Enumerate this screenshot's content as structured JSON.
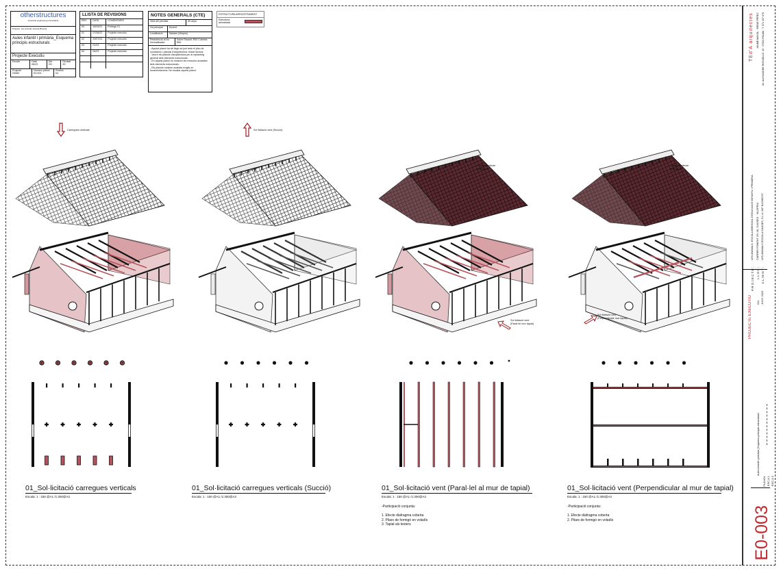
{
  "title_block": {
    "logo": "otherstructures",
    "logo_sub": "structural engineering consultants",
    "project_label": "Projecte",
    "project_value": "Les animals, Escola Bressol",
    "sheet_title": "Aules infantil i primària_Esquema principis estructurals",
    "phase": "Projecte Executiu",
    "fields": [
      {
        "label": "Escala",
        "value": ""
      },
      {
        "label": "Data",
        "value": "06/23"
      },
      {
        "label": "Dib.",
        "value": "CB"
      },
      {
        "label": "Revisat",
        "value": "JD"
      }
    ],
    "fields2": [
      {
        "label": "Projecte",
        "value": "23080"
      },
      {
        "label": "Número plànol",
        "value": "E0.003"
      },
      {
        "label": "Revisió",
        "value": "04"
      }
    ]
  },
  "revisions": {
    "title": "LLISTA DE REVISIONS",
    "headers": [
      "REV.",
      "DATA",
      "COMENTARIS"
    ],
    "rows": [
      [
        "00",
        "18/03/22",
        "Entrega V1"
      ],
      [
        "01",
        "07/06/22",
        "Projecte executiu"
      ],
      [
        "02",
        "29/07/22",
        "Projecte executiu"
      ],
      [
        "03",
        "01/23",
        "Projecte executiu"
      ],
      [
        "04",
        "04/23",
        "Projecte executiu"
      ]
    ]
  },
  "notes": {
    "title": "NOTES GENERALS (CTE)",
    "rows": [
      [
        "Vida útil prevista",
        "50 anys"
      ],
      [
        "Ús principal",
        "Docent"
      ],
      [
        "Localització",
        "Gaüses (Vilopriu)"
      ],
      [
        "Resistència al foc Normalitzada",
        "Sobre Rasant: R90 Coberta: R60"
      ]
    ],
    "text": "- Aquest plànol ha de llegir-se junt amb el plec de condicions i plànols d'arquitectura i instal·lacions.\n- Veure els plànols d'arquitectura per al replanteig general dels elements estructurals.\n- En aquest plànol es mostren les mesures acotades dels elements estructurals.\n- Els plànols mostren acabats exigits en fonamentacions. No escalar aquest plànol."
  },
  "legend": {
    "title": "ESTRUCTURA ARRIOSTRAMENT",
    "item": "Estructura arriostrada",
    "color": "#b5545c"
  },
  "panels": [
    {
      "load_label": "Càrregues verticals",
      "arrow": "down",
      "roof_note": "",
      "wind_note": "",
      "caption": "01_Sol·licitació carregues verticals",
      "scale": "Escala: 1 : 150 @A1  /1:300@A3",
      "notes": ""
    },
    {
      "load_label": "Sol·licitació vent (Succió)",
      "arrow": "up",
      "roof_note": "",
      "wind_note": "",
      "caption": "01_Sol·licitació carregues verticals (Succió)",
      "scale": "Escala: 1 : 150 @A1  /1:300@A3",
      "notes": ""
    },
    {
      "load_label": "",
      "arrow": "",
      "roof_note": "Coberta - efecte\ndiafragma",
      "wind_note": "Sol·licitació vent\n(Paral·lel mur tapial)",
      "caption": "01_Sol·licitació vent (Paral·lel al mur de tapial)",
      "scale": "Escala: 1 : 150 @A1  /1:300@A3",
      "notes": "-Participació conjunta:\n\n1. Efecte diafragma coberta\n2. Pilars de formigó en voladís\n3. Tapial als testers"
    },
    {
      "load_label": "",
      "arrow": "",
      "roof_note": "Coberta - efecte\ndiafragma",
      "wind_note": "Sol·licitació vent\n(Perpendicular mur tapial)",
      "caption": "01_Sol·licitació vent (Perpendicular al mur de tapial)",
      "scale": "Escala: 1 : 150 @A1  /1:300@A3",
      "notes": "-Participació conjunta:\n\n1. Efecte diafragma coberta\n2. Pilars de formigó en voladís"
    }
  ],
  "sidebar": {
    "firm": "TEd'A arquitectes",
    "firm_address": "AV. ALEXANDRE ROSSELLÓ, 15 · 07002 PALMA · T. 971 457 678",
    "firm_people": "JAUME MAYOL · IRENE PÉREZ",
    "projecte_label": "P R O J E C T E :",
    "projecte": "LES ANIMALS. ESCOLA BRESSOL D'EDUCACIÓ INFANTIL I PRIMÀRIA",
    "lloc_label": "L L O C :",
    "lloc": "CARRER PONENT 29 i 30, GAÜSES · VILOPRIU",
    "client_label": "C L I E N T :",
    "client": "LES ANIMALS ESCOLA GAÜSES, S.L.U.  NIF B10360707",
    "phase": "PROJECTE EXECUTIU",
    "phase_num": "011",
    "date": "JUNY 2023",
    "plan_title": "Aules infantil i primària_Esquema principis estructurals",
    "plan_label": "PLÀNOL",
    "esc_a1": "ESC.A 1",
    "esc_a3": "ESC.A 3",
    "sheet_number": "E0-003",
    "accent": "#c0262d"
  }
}
